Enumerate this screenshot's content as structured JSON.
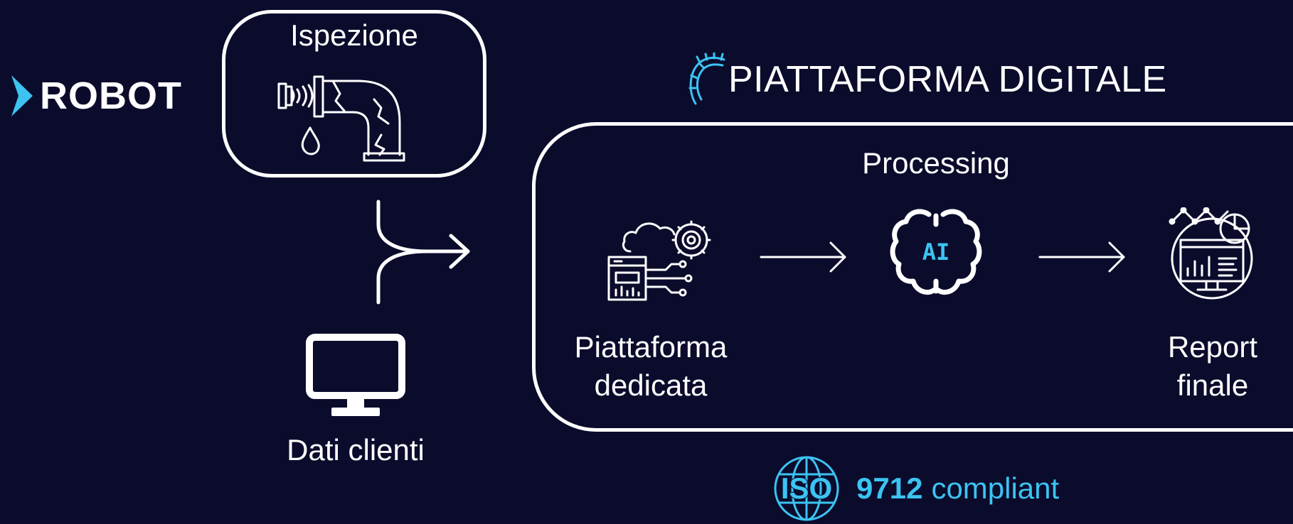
{
  "colors": {
    "background": "#0b0c2c",
    "foreground": "#ffffff",
    "accent": "#3cc3f2"
  },
  "robot": {
    "label": "ROBOT",
    "icon": "chevron-logo-icon"
  },
  "inspection": {
    "label": "Ispezione",
    "icon": "pipe-leak-inspection-icon"
  },
  "clients": {
    "label": "Dati clienti",
    "icon": "monitor-icon"
  },
  "platform": {
    "title": "PIATTAFORMA DIGITALE",
    "icon": "helmet-logo-icon"
  },
  "processing": {
    "label": "Processing",
    "steps": [
      {
        "label_line1": "Piattaforma",
        "label_line2": "dedicata",
        "icon": "cloud-gear-document-icon"
      },
      {
        "icon_text": "AI",
        "icon": "ai-brain-icon"
      },
      {
        "label_line1": "Report",
        "label_line2": "finale",
        "icon": "report-dashboard-icon"
      }
    ]
  },
  "compliance": {
    "logo_text": "ISO",
    "number": "9712",
    "suffix": "compliant",
    "icon": "globe-iso-icon"
  }
}
